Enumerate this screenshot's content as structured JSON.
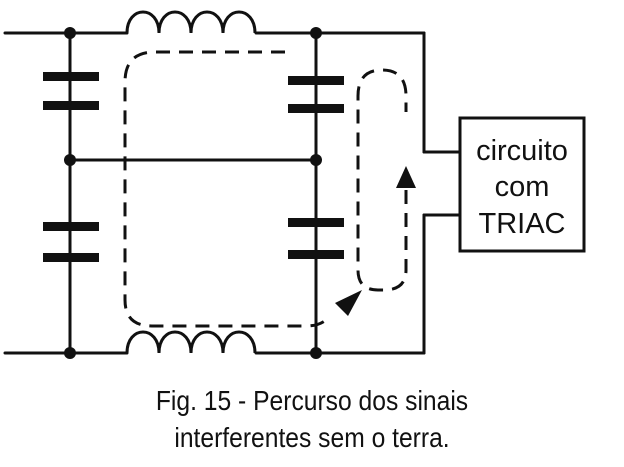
{
  "diagram": {
    "block_label_lines": [
      "circuito",
      "com",
      "TRIAC"
    ]
  },
  "caption": {
    "line1": "Fig. 15 - Percurso dos sinais",
    "line2": "interferentes sem o terra."
  }
}
